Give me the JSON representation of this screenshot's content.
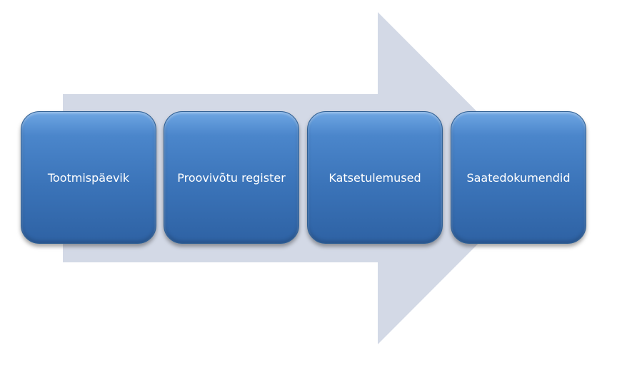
{
  "diagram": {
    "type": "process-arrow",
    "arrow_color": "#d3d9e6",
    "box_color": "#3b74b9",
    "steps": [
      {
        "label": "Tootmispäevik"
      },
      {
        "label": "Proovivõtu register"
      },
      {
        "label": "Katsetulemused"
      },
      {
        "label": "Saatedokumendid"
      }
    ]
  }
}
